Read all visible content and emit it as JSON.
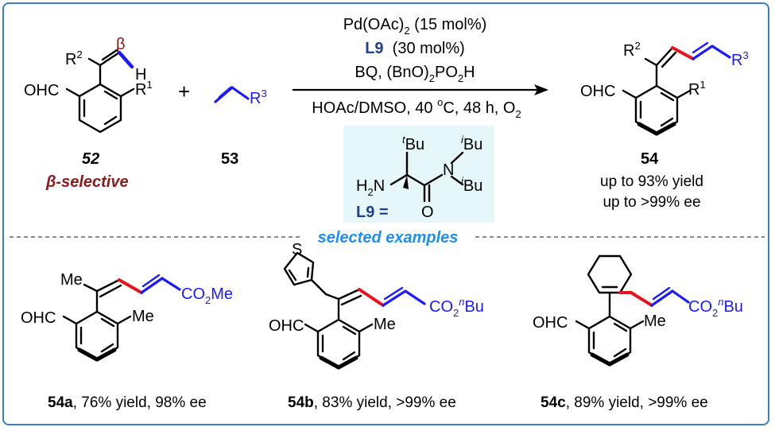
{
  "colors": {
    "frame": "#3a7fc0",
    "highlight_bond": "#e8141c",
    "alkene_bond": "#1a1aff",
    "ligand_box": "#e6f7fa",
    "selected_label": "#1e8ef0",
    "beta_label": "#8b1a1a",
    "ligand_label": "#1f3f8f"
  },
  "reaction": {
    "substrate": {
      "compound": "52",
      "caption": "β-selective",
      "beta_symbol": "β",
      "atoms": {
        "h": "H",
        "r2": "R",
        "r2_sup": "2",
        "ohc": "OHC",
        "r1": "R",
        "r1_sup": "1"
      }
    },
    "plus": "+",
    "alkene": {
      "compound": "53",
      "r3": "R",
      "r3_sup": "3"
    },
    "conditions": {
      "line1_main": "Pd(OAc)",
      "line1_sub": "2",
      "line1_rest": " (15 mol%)",
      "line2_ligand": "L9",
      "line2_rest": "  (30 mol%)",
      "line3_a": "BQ, (BnO)",
      "line3_sub": "2",
      "line3_b": "PO",
      "line3_sub2": "2",
      "line3_c": "H",
      "line4_a": "HOAc/DMSO, 40 ",
      "line4_sup": "o",
      "line4_b": "C, 48 h, O",
      "line4_sub": "2"
    },
    "ligand": {
      "label": "L9 =",
      "tbu_sup": "t",
      "tbu": "Bu",
      "ibu1_sup": "i",
      "ibu1": "Bu",
      "ibu2_sup": "i",
      "ibu2": "Bu",
      "h2n": "H",
      "h2n_sub": "2",
      "h2n_n": "N",
      "n": "N",
      "o": "O"
    },
    "product": {
      "compound": "54",
      "yield_line": "up to 93% yield",
      "ee_line": "up to >99% ee",
      "atoms": {
        "r2": "R",
        "r2_sup": "2",
        "r3": "R",
        "r3_sup": "3",
        "ohc": "OHC",
        "r1": "R",
        "r1_sup": "1"
      }
    }
  },
  "divider_label": "selected examples",
  "examples": [
    {
      "id": "54a",
      "rest": ", 76% yield, 98% ee",
      "me": "Me",
      "ohc": "OHC",
      "me2": "Me",
      "ester": "CO",
      "ester_sub": "2",
      "ester_tail": "Me"
    },
    {
      "id": "54b",
      "rest": ", 83% yield, >99% ee",
      "s": "S",
      "ohc": "OHC",
      "me": "Me",
      "ester": "CO",
      "ester_sub": "2",
      "ester_sup": "n",
      "ester_tail": "Bu"
    },
    {
      "id": "54c",
      "rest": ", 89% yield, >99% ee",
      "ohc": "OHC",
      "me": "Me",
      "ester": "CO",
      "ester_sub": "2",
      "ester_sup": "n",
      "ester_tail": "Bu"
    }
  ]
}
